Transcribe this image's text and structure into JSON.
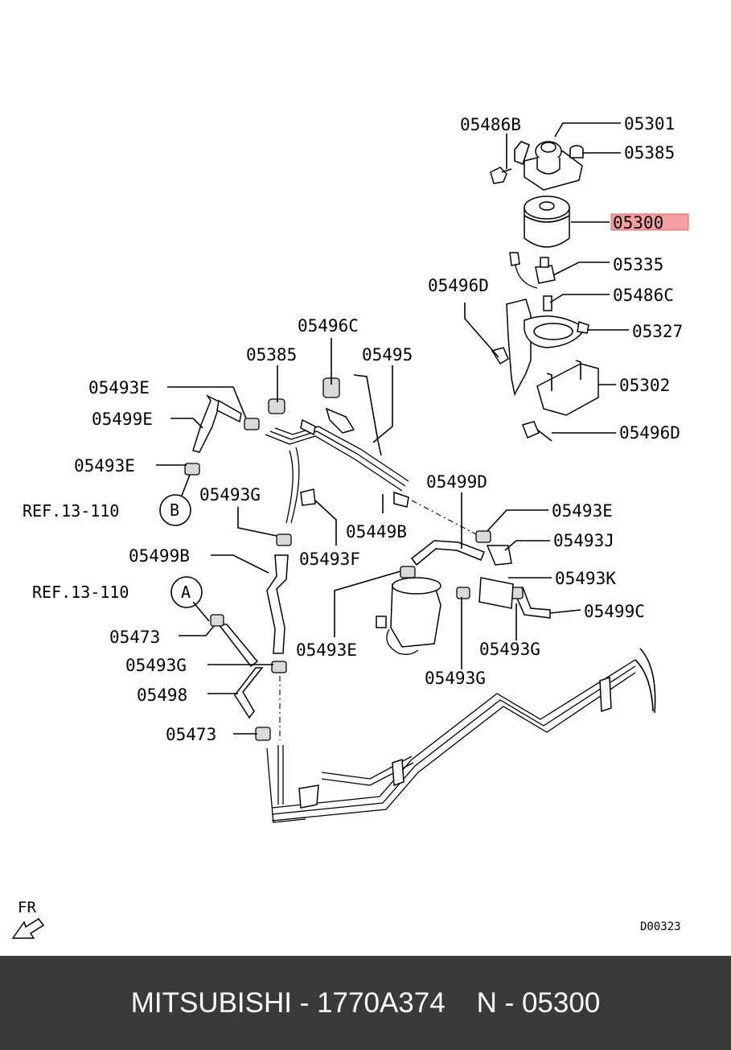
{
  "diagram": {
    "labels": {
      "p05486B": "05486B",
      "p05301": "05301",
      "p05385a": "05385",
      "p05300": "05300",
      "p05335": "05335",
      "p05496Da": "05496D",
      "p05486C": "05486C",
      "p05327": "05327",
      "p05302": "05302",
      "p05496Db": "05496D",
      "p05496C": "05496C",
      "p05385b": "05385",
      "p05495": "05495",
      "p05493Ea": "05493E",
      "p05499E": "05499E",
      "p05493Eb": "05493E",
      "p05493Ga": "05493G",
      "p05449B": "05449B",
      "p05499D": "05499D",
      "p05493Ec": "05493E",
      "p05493J": "05493J",
      "p05499B": "05499B",
      "p05493F": "05493F",
      "p05493K": "05493K",
      "p05499C": "05499C",
      "p05473a": "05473",
      "p05493Ed": "05493E",
      "p05493Gb": "05493G",
      "p05493Gc": "05493G",
      "p05493Gd": "05493G",
      "p05498": "05498",
      "p05473b": "05473"
    },
    "references": {
      "refB_text": "REF.13-110",
      "refB_circle": "B",
      "refA_text": "REF.13-110",
      "refA_circle": "A"
    },
    "highlighted_part": "05300",
    "highlight_color": "#f4a0a0",
    "direction_label": "FR",
    "drawing_code": "D00323"
  },
  "footer": {
    "text": "MITSUBISHI - 1770A374    N - 05300"
  }
}
